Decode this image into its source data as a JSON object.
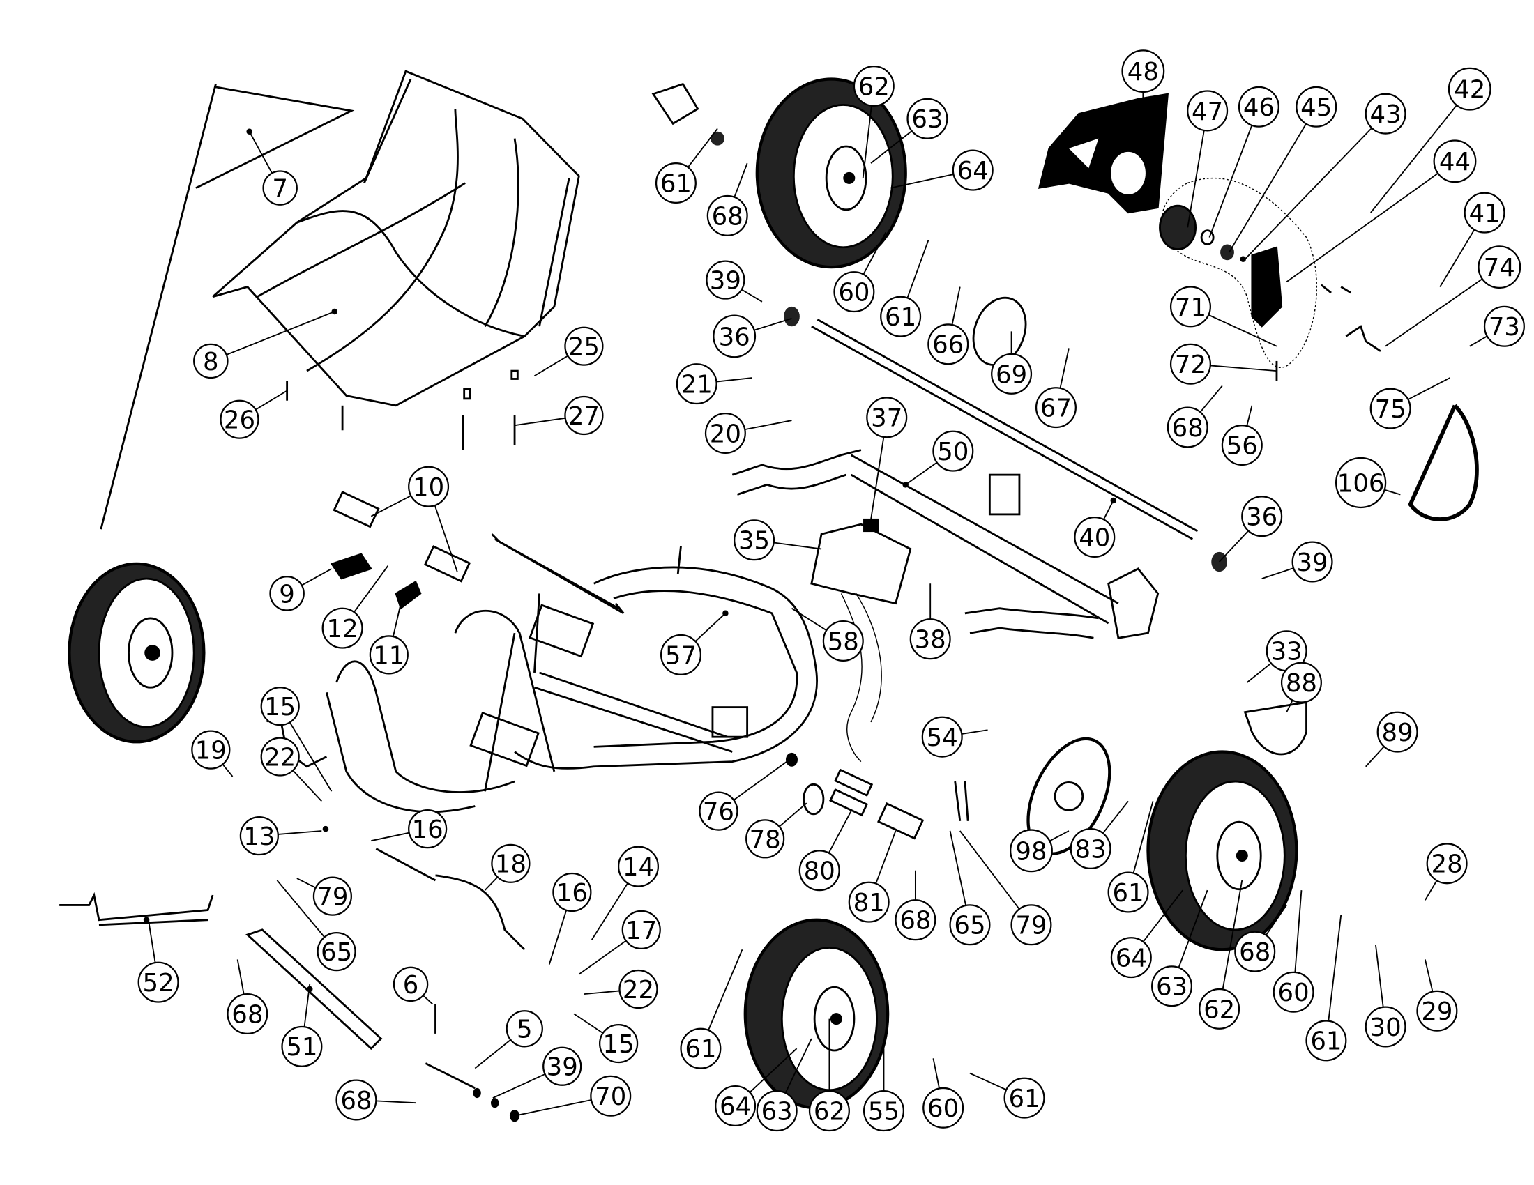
{
  "diagram": {
    "type": "exploded-parts-diagram",
    "ink_color": "#000000",
    "background_color": "#ffffff",
    "callouts": [
      "7",
      "8",
      "25",
      "26",
      "27",
      "10",
      "9",
      "12",
      "11",
      "61",
      "68",
      "62",
      "63",
      "64",
      "48",
      "47",
      "46",
      "45",
      "43",
      "42",
      "44",
      "41",
      "74",
      "73",
      "75",
      "71",
      "72",
      "39",
      "36",
      "60",
      "61b",
      "66",
      "69",
      "67",
      "68b",
      "56",
      "106",
      "21",
      "20",
      "37",
      "50",
      "40",
      "35",
      "36b",
      "39b",
      "57",
      "58",
      "38",
      "15",
      "22",
      "19",
      "13",
      "16",
      "18",
      "14",
      "16b",
      "17",
      "22b",
      "15b",
      "79",
      "65",
      "52",
      "68c",
      "51",
      "6",
      "5",
      "39c",
      "70",
      "68d",
      "61c",
      "64b",
      "63b",
      "62b",
      "55",
      "60b",
      "61d",
      "76",
      "78",
      "80",
      "81",
      "68e",
      "65b",
      "79b",
      "54",
      "98",
      "83",
      "61e",
      "64c",
      "63c",
      "62c",
      "68f",
      "60c",
      "61f",
      "33",
      "88",
      "89",
      "28",
      "30",
      "29"
    ],
    "labels": {
      "7": "7",
      "8": "8",
      "25": "25",
      "26": "26",
      "27": "27",
      "10": "10",
      "9": "9",
      "12": "12",
      "11": "11",
      "61": "61",
      "68": "68",
      "62": "62",
      "63": "63",
      "64": "64",
      "48": "48",
      "47": "47",
      "46": "46",
      "45": "45",
      "43": "43",
      "42": "42",
      "44": "44",
      "41": "41",
      "74": "74",
      "73": "73",
      "75": "75",
      "71": "71",
      "72": "72",
      "39": "39",
      "36": "36",
      "60": "60",
      "61b": "61",
      "66": "66",
      "69": "69",
      "67": "67",
      "68b": "68",
      "56": "56",
      "106": "106",
      "21": "21",
      "20": "20",
      "37": "37",
      "50": "50",
      "40": "40",
      "35": "35",
      "36b": "36",
      "39b": "39",
      "57": "57",
      "58": "58",
      "38": "38",
      "15": "15",
      "22": "22",
      "19": "19",
      "13": "13",
      "16": "16",
      "18": "18",
      "14": "14",
      "16b": "16",
      "17": "17",
      "22b": "22",
      "15b": "15",
      "79": "79",
      "65": "65",
      "52": "52",
      "68c": "68",
      "51": "51",
      "6": "6",
      "5": "5",
      "39c": "39",
      "70": "70",
      "68d": "68",
      "61c": "61",
      "64b": "64",
      "63b": "63",
      "62b": "62",
      "55": "55",
      "60b": "60",
      "61d": "61",
      "76": "76",
      "78": "78",
      "80": "80",
      "81": "81",
      "68e": "68",
      "65b": "65",
      "79b": "79",
      "54": "54",
      "98": "98",
      "83": "83",
      "61e": "61",
      "64c": "64",
      "63c": "63",
      "62c": "62",
      "68f": "68",
      "60c": "60",
      "61f": "61",
      "33": "33",
      "88": "88",
      "89": "89",
      "28": "28",
      "30": "30",
      "29": "29"
    }
  }
}
